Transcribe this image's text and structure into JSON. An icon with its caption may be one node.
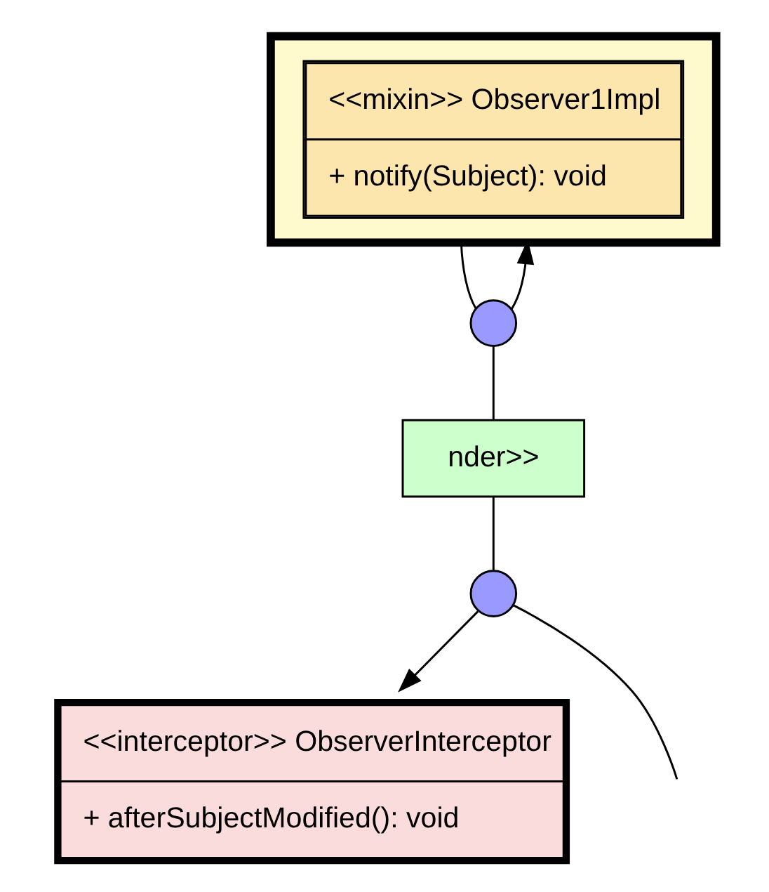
{
  "diagram": {
    "nodes": [
      {
        "text": [],
        "shape": "box"
      },
      {
        "text": [
          "<<mixin>> Observer1Impl",
          "+ notify(Subject): void"
        ],
        "in": 0
      },
      {
        "text": [],
        "shape": "circle"
      },
      {
        "text": [
          "nder>>"
        ]
      },
      {
        "text": [],
        "shape": "circle"
      },
      {
        "text": [
          "<<interceptor>> ObserverInterceptor",
          "+ afterSubjectModified(): void"
        ]
      }
    ],
    "edges": [
      {
        "from": 0,
        "to": 2,
        "arrow": "none"
      },
      {
        "from": 2,
        "to": 0,
        "arrow": "to"
      },
      {
        "from": 2,
        "to": 3,
        "arrow": "none"
      },
      {
        "from": 3,
        "to": 4,
        "arrow": "none"
      },
      {
        "from": 4,
        "to": 5,
        "arrow": "to"
      },
      {
        "from": 4,
        "to": null,
        "arrow": "none"
      }
    ]
  }
}
